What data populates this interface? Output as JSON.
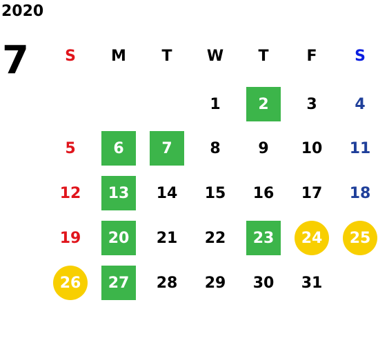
{
  "year": "2020",
  "month": "7",
  "weekdays": [
    {
      "label": "S",
      "tone": "sun-head"
    },
    {
      "label": "M",
      "tone": "black"
    },
    {
      "label": "T",
      "tone": "black"
    },
    {
      "label": "W",
      "tone": "black"
    },
    {
      "label": "T",
      "tone": "black"
    },
    {
      "label": "F",
      "tone": "black"
    },
    {
      "label": "S",
      "tone": "sat-head"
    }
  ],
  "weeks": [
    [
      null,
      null,
      null,
      {
        "day": "1",
        "tone": "black"
      },
      {
        "day": "2",
        "tone": "black",
        "mark": "green"
      },
      {
        "day": "3",
        "tone": "black"
      },
      {
        "day": "4",
        "tone": "sat"
      }
    ],
    [
      {
        "day": "5",
        "tone": "sun"
      },
      {
        "day": "6",
        "tone": "black",
        "mark": "green"
      },
      {
        "day": "7",
        "tone": "black",
        "mark": "green"
      },
      {
        "day": "8",
        "tone": "black"
      },
      {
        "day": "9",
        "tone": "black"
      },
      {
        "day": "10",
        "tone": "black"
      },
      {
        "day": "11",
        "tone": "sat"
      }
    ],
    [
      {
        "day": "12",
        "tone": "sun"
      },
      {
        "day": "13",
        "tone": "black",
        "mark": "green"
      },
      {
        "day": "14",
        "tone": "black"
      },
      {
        "day": "15",
        "tone": "black"
      },
      {
        "day": "16",
        "tone": "black"
      },
      {
        "day": "17",
        "tone": "black"
      },
      {
        "day": "18",
        "tone": "sat"
      }
    ],
    [
      {
        "day": "19",
        "tone": "sun"
      },
      {
        "day": "20",
        "tone": "black",
        "mark": "green"
      },
      {
        "day": "21",
        "tone": "black"
      },
      {
        "day": "22",
        "tone": "black"
      },
      {
        "day": "23",
        "tone": "black",
        "mark": "green"
      },
      {
        "day": "24",
        "tone": "black",
        "mark": "yellow"
      },
      {
        "day": "25",
        "tone": "sat",
        "mark": "yellow"
      }
    ],
    [
      {
        "day": "26",
        "tone": "sun",
        "mark": "yellow"
      },
      {
        "day": "27",
        "tone": "black",
        "mark": "green"
      },
      {
        "day": "28",
        "tone": "black"
      },
      {
        "day": "29",
        "tone": "black"
      },
      {
        "day": "30",
        "tone": "black"
      },
      {
        "day": "31",
        "tone": "black"
      },
      null
    ]
  ],
  "colors": {
    "sunday": "#e0151c",
    "saturday": "#1f3f9a",
    "saturday_header": "#0a1ee0",
    "green_mark": "#3cb54a",
    "yellow_mark": "#f8cf00"
  }
}
